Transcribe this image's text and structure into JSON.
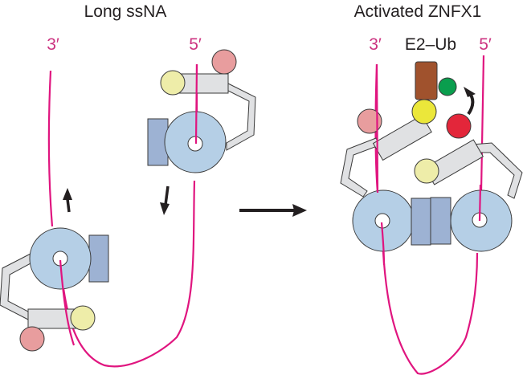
{
  "panels": {
    "left": {
      "title": "Long ssNA",
      "three_prime": "3′",
      "five_prime": "5′"
    },
    "right": {
      "title": "Activated ZNFX1",
      "three_prime": "3′",
      "five_prime": "5′",
      "e2_label": "E2–Ub"
    }
  },
  "colors": {
    "strand": "#e0157f",
    "strand_label": "#cc3380",
    "disc": "#b5cfe6",
    "block": "#9db2d3",
    "linker": "#e0e1e3",
    "pale_yellow": "#eeeda9",
    "pink": "#e89d9e",
    "yellow": "#ebe73a",
    "red": "#e3263a",
    "green": "#0a9e4e",
    "brown": "#a0522d",
    "arrow": "#231f20"
  }
}
